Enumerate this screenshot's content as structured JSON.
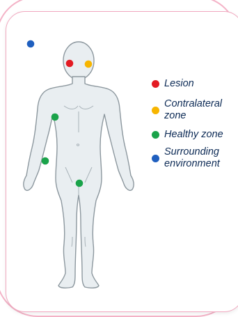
{
  "colors": {
    "lesion": "#e31b23",
    "contralateral": "#f7b500",
    "healthy": "#1aa34a",
    "environment": "#1f5fbf",
    "body_fill": "#e9eef1",
    "body_stroke": "#8c979e",
    "frame": "#f1a8bf"
  },
  "legend": {
    "items": [
      {
        "label": "Lesion",
        "color": "#e31b23"
      },
      {
        "label_line1": "Contralateral",
        "label_line2": "zone",
        "color": "#f7b500"
      },
      {
        "label": "Healthy zone",
        "color": "#1aa34a"
      },
      {
        "label_line1": "Surrounding",
        "label_line2": "environment",
        "color": "#1f5fbf"
      }
    ]
  }
}
